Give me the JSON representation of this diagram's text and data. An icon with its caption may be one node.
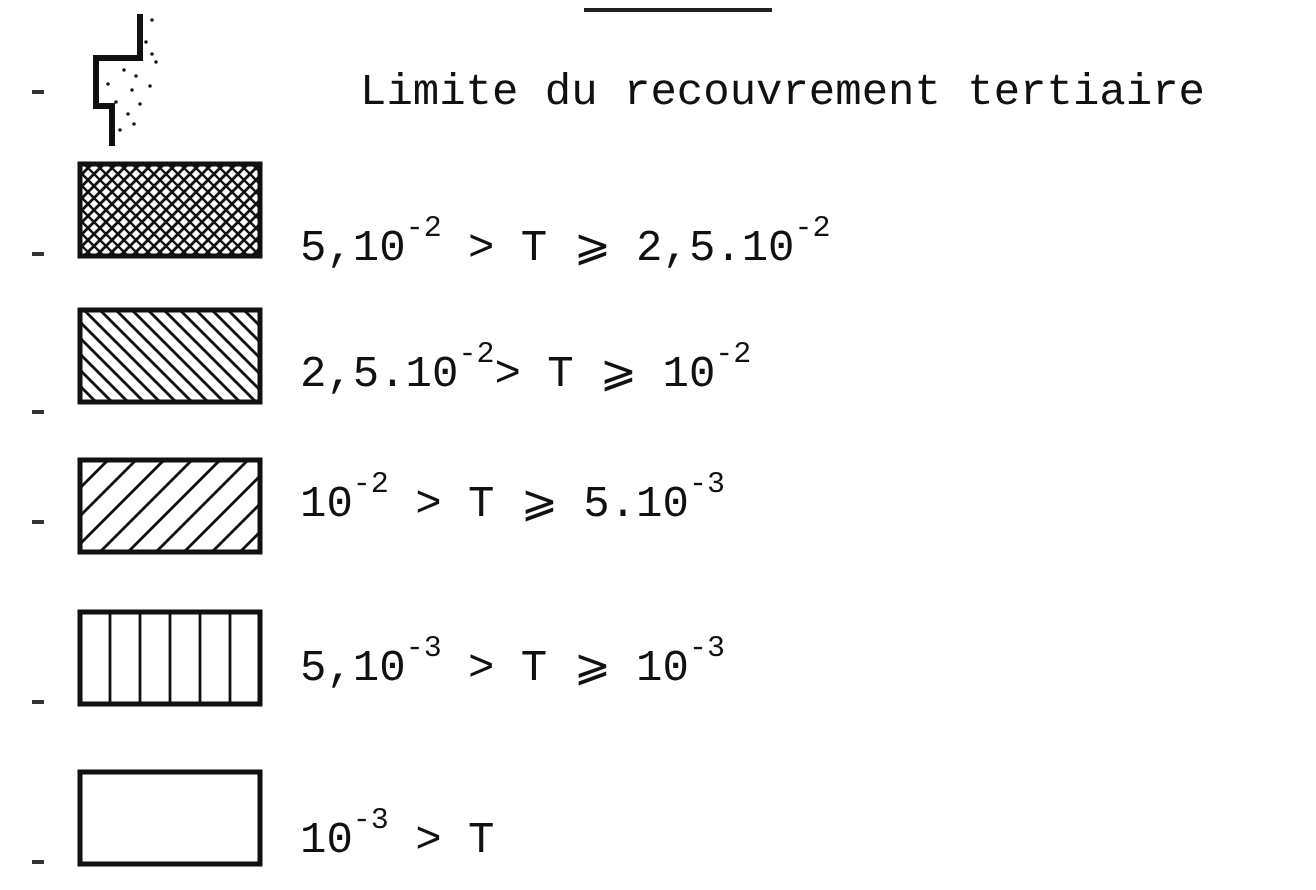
{
  "diagram": {
    "legend": [
      {
        "text": "Limite du recouvrement tertiaire"
      },
      {
        "text": "5,10$^{-2}$ > T ⩾ 2,5.10$^{-2}$"
      },
      {
        "text": "2,5.10$^{-2}$> T ⩾ 10$^{-2}$"
      },
      {
        "text": "10$^{-2}$ > T ⩾ 5.10$^{-3}$"
      },
      {
        "text": "5,10$^{-3}$ > T ⩾ 10$^{-3}$"
      },
      {
        "text": "10$^{-3}$ > T"
      }
    ]
  }
}
